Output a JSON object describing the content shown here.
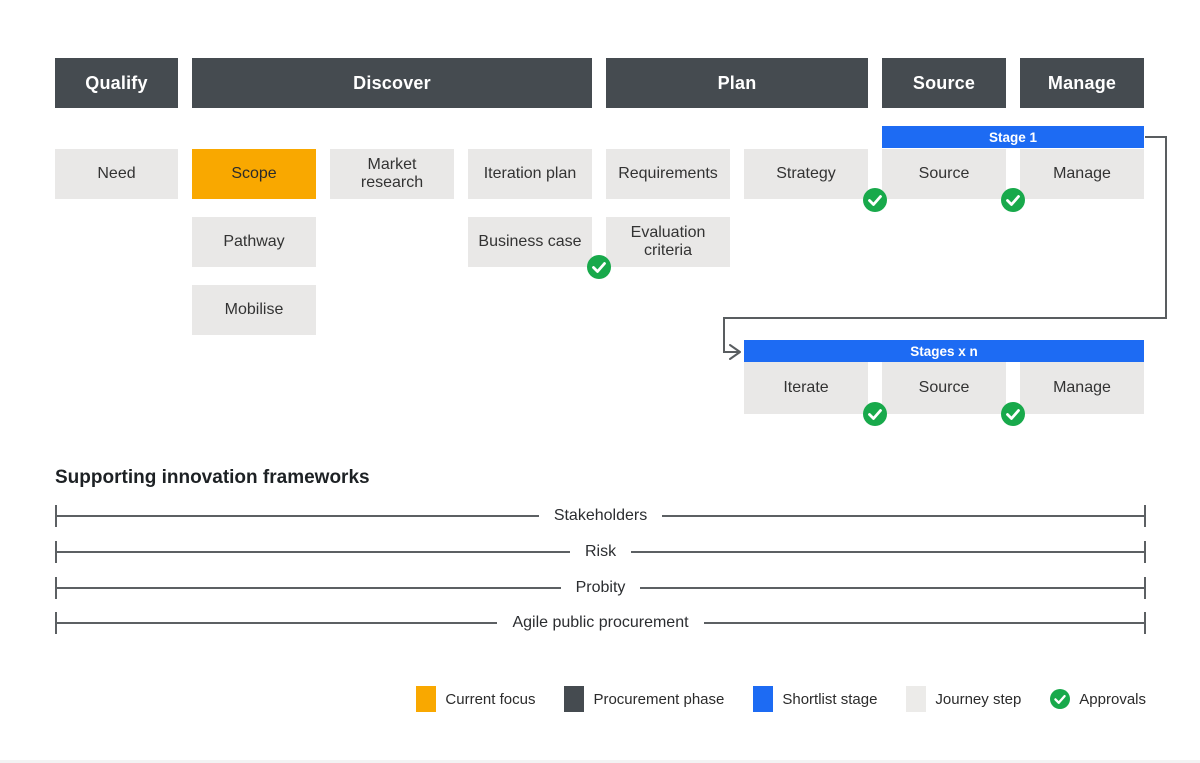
{
  "phases": [
    "Qualify",
    "Discover",
    "Plan",
    "Source",
    "Manage"
  ],
  "journey_steps": {
    "row1": [
      "Need",
      "Scope",
      "Market research",
      "Iteration plan",
      "Requirements",
      "Strategy",
      "Source",
      "Manage"
    ],
    "row2": [
      "Pathway",
      "Business case",
      "Evaluation criteria"
    ],
    "row3": [
      "Mobilise"
    ]
  },
  "stages": {
    "stage1_label": "Stage 1",
    "repeat_label": "Stages x n",
    "steps": [
      "Iterate",
      "Source",
      "Manage"
    ]
  },
  "frameworks": {
    "heading": "Supporting innovation frameworks",
    "items": [
      "Stakeholders",
      "Risk",
      "Probity",
      "Agile public procurement"
    ]
  },
  "legend": {
    "items": [
      {
        "label": "Current focus"
      },
      {
        "label": "Procurement phase"
      },
      {
        "label": "Shortlist stage"
      },
      {
        "label": "Journey step"
      },
      {
        "label": "Approvals"
      }
    ]
  },
  "colors": {
    "current_focus": "#F9A800",
    "procurement_phase": "#454B50",
    "shortlist_stage": "#1D6BF3",
    "journey_step": "#E9E8E7",
    "approvals": "#18A94B",
    "connector": "#595D60"
  }
}
